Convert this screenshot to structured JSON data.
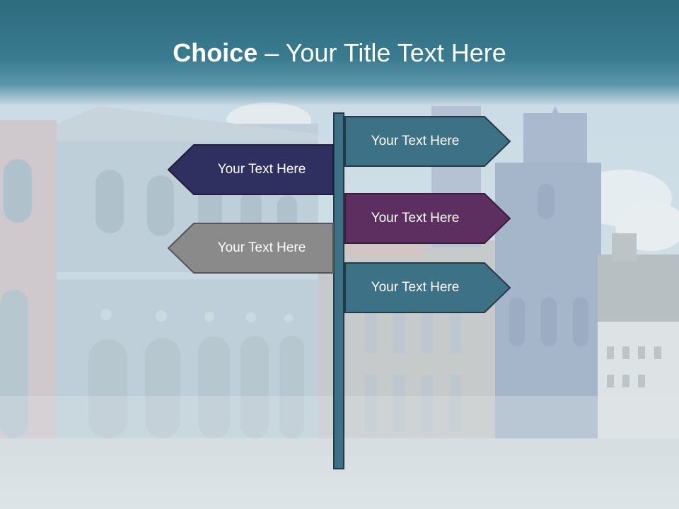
{
  "slide": {
    "title_bold": "Choice",
    "title_dash": " – ",
    "title_rest": "Your Title Text Here"
  },
  "signs": [
    {
      "label": "Your Text Here",
      "direction": "right",
      "color": "#3d7185"
    },
    {
      "label": "Your Text Here",
      "direction": "left",
      "color": "#2f2f60"
    },
    {
      "label": "Your Text Here",
      "direction": "right",
      "color": "#5c2f60"
    },
    {
      "label": "Your Text Here",
      "direction": "left",
      "color": "#8a8a8a"
    },
    {
      "label": "Your Text Here",
      "direction": "right",
      "color": "#3d7185"
    }
  ],
  "colors": {
    "title_band": "#2e6b7e",
    "pole": "#3d7185",
    "sign_border": "#253a45"
  }
}
